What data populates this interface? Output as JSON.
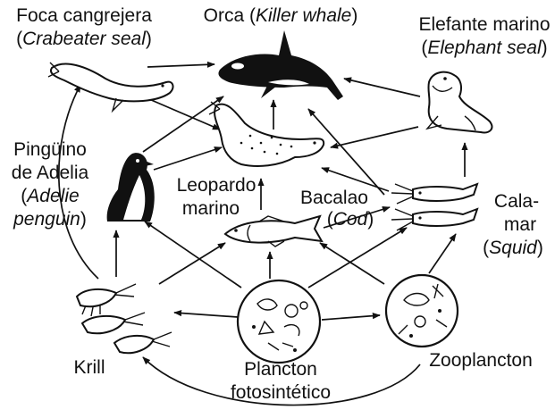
{
  "diagram": {
    "labels": {
      "crabeater_seal": {
        "line1": "Foca cangrejera",
        "en_open": "(",
        "en": "Crabeater seal",
        "en_close": ")"
      },
      "orca": {
        "es": "Orca (",
        "en": "Killer whale",
        "en_close": ")"
      },
      "elephant_seal": {
        "line1": "Elefante marino",
        "en_open": "(",
        "en": "Elephant seal",
        "en_close": ")"
      },
      "penguin": {
        "line1": "Pingüino",
        "line2": "de Adelia",
        "en_open": "(",
        "en1": "Adelie",
        "en2": "penguin",
        "en_close": ")"
      },
      "leopard_seal": {
        "line1": "Leopardo",
        "line2": "marino"
      },
      "cod": {
        "line1": "Bacalao",
        "en_open": "(",
        "en": "Cod",
        "en_close": ")"
      },
      "squid": {
        "line1": "Cala-",
        "line2": "mar",
        "en_open": "(",
        "en": "Squid",
        "en_close": ")"
      },
      "krill": {
        "line1": "Krill"
      },
      "phytoplankton": {
        "line1": "Plancton",
        "line2": "fotosintético"
      },
      "zooplankton": {
        "line1": "Zooplancton"
      }
    },
    "organisms": [
      "crabeater-seal",
      "killer-whale",
      "elephant-seal",
      "adelie-penguin",
      "leopard-seal",
      "cod",
      "squid",
      "krill",
      "phytoplankton",
      "zooplankton"
    ]
  }
}
